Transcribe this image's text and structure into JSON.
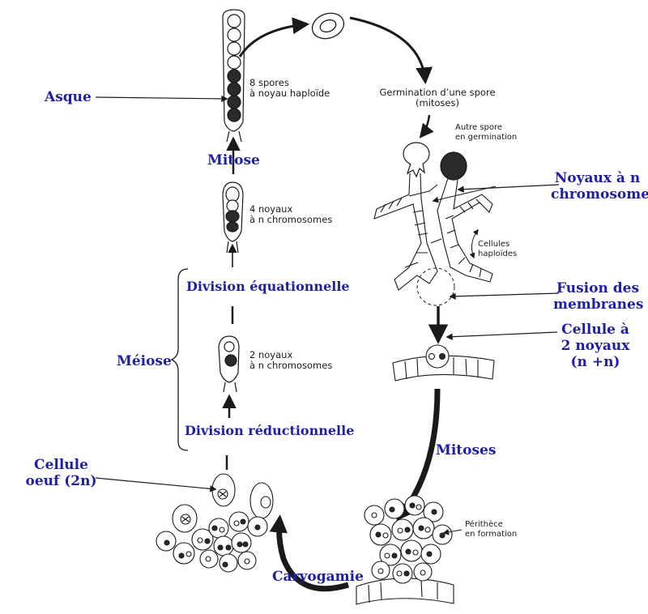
{
  "labels": {
    "asque": "Asque",
    "mitose": "Mitose",
    "division_equationnelle": "Division équationnelle",
    "meiose": "Méiose",
    "division_reductionnelle": "Division réductionnelle",
    "cellule_oeuf": [
      "Cellule",
      "oeuf (2n)"
    ],
    "caryogamie": "Caryogamie",
    "mitoses": "Mitoses",
    "noyaux_n_chromosomes": [
      "Noyaux à n",
      "chromosomes"
    ],
    "fusion_membranes": [
      "Fusion des",
      "membranes"
    ],
    "cellule_2_noyaux": [
      "Cellule à",
      "2 noyaux",
      "(n +n)"
    ]
  },
  "annotations": {
    "huit_spores": [
      "8 spores",
      "à noyau haploïde"
    ],
    "germination": [
      "Germination d’une spore",
      "(mitoses)"
    ],
    "autre_spore": [
      "Autre spore",
      "en germination"
    ],
    "quatre_noyaux": [
      "4 noyaux",
      "à n chromosomes"
    ],
    "cellules_haploides": [
      "Cellules",
      "haploïdes"
    ],
    "deux_noyaux": [
      "2 noyaux",
      "à n chromosomes"
    ],
    "perithece": [
      "Périthèce",
      "en formation"
    ]
  },
  "colors": {
    "label_blue": "#1f1fa6",
    "ink": "#1a1a1a"
  }
}
